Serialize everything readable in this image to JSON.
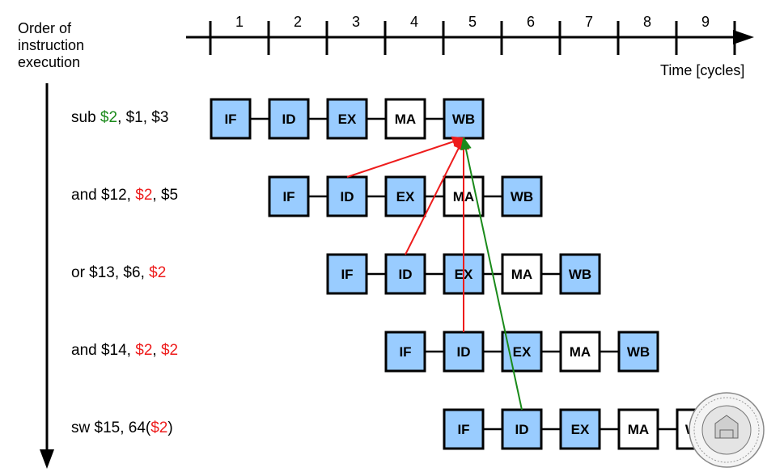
{
  "axis": {
    "y_label": [
      "Order of",
      "instruction",
      "execution"
    ],
    "x_label": "Time [cycles]",
    "cycles": [
      "1",
      "2",
      "3",
      "4",
      "5",
      "6",
      "7",
      "8",
      "9"
    ]
  },
  "instructions": [
    {
      "parts": [
        {
          "t": "sub ",
          "c": "k"
        },
        {
          "t": "$2",
          "c": "g"
        },
        {
          "t": ", $1, $3",
          "c": "k"
        }
      ],
      "start": 1,
      "stages": [
        "IF",
        "ID",
        "EX",
        "MA",
        "WB"
      ]
    },
    {
      "parts": [
        {
          "t": "and $12, ",
          "c": "k"
        },
        {
          "t": "$2",
          "c": "r"
        },
        {
          "t": ", $5",
          "c": "k"
        }
      ],
      "start": 2,
      "stages": [
        "IF",
        "ID",
        "EX",
        "MA",
        "WB"
      ]
    },
    {
      "parts": [
        {
          "t": "or $13, $6, ",
          "c": "k"
        },
        {
          "t": "$2",
          "c": "r"
        }
      ],
      "start": 3,
      "stages": [
        "IF",
        "ID",
        "EX",
        "MA",
        "WB"
      ]
    },
    {
      "parts": [
        {
          "t": "and $14, ",
          "c": "k"
        },
        {
          "t": "$2",
          "c": "r"
        },
        {
          "t": ", ",
          "c": "k"
        },
        {
          "t": "$2",
          "c": "r"
        }
      ],
      "start": 4,
      "stages": [
        "IF",
        "ID",
        "EX",
        "MA",
        "WB"
      ]
    },
    {
      "parts": [
        {
          "t": "sw $15, 64(",
          "c": "k"
        },
        {
          "t": "$2",
          "c": "r"
        },
        {
          "t": ")",
          "c": "k"
        }
      ],
      "start": 5,
      "stages": [
        "IF",
        "ID",
        "EX",
        "MA",
        "WB"
      ]
    }
  ],
  "stage_fill": {
    "IF": "#99ccff",
    "ID": "#99ccff",
    "EX": "#99ccff",
    "MA": "#ffffff",
    "WB": "#99ccff"
  },
  "last_wb_fill": "#ffffff",
  "dependencies": [
    {
      "from_instr": 2,
      "from_stage": "ID",
      "to_instr": 1,
      "to_stage": "WB",
      "color": "#ee1c1c"
    },
    {
      "from_instr": 3,
      "from_stage": "ID",
      "to_instr": 1,
      "to_stage": "WB",
      "color": "#ee1c1c"
    },
    {
      "from_instr": 4,
      "from_stage": "ID",
      "to_instr": 1,
      "to_stage": "WB",
      "color": "#ee1c1c"
    },
    {
      "from_instr": 5,
      "from_stage": "ID",
      "to_instr": 1,
      "to_stage": "WB",
      "color": "#1a8a1a"
    }
  ],
  "colors": {
    "red": "#ee1c1c",
    "green": "#1a8a1a",
    "stage_blue": "#99ccff"
  },
  "logo": {
    "name": "university-seal"
  }
}
